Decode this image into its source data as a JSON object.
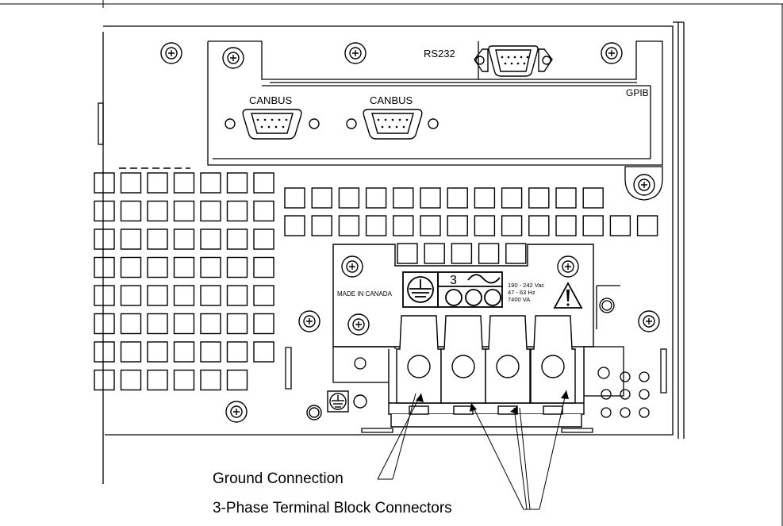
{
  "panel": {
    "rs232_label": "RS232",
    "gpib_label": "GPIB",
    "canbus_left_label": "CANBUS",
    "canbus_right_label": "CANBUS",
    "made_in_label": "MADE IN CANADA",
    "phase_count": "3",
    "rating": {
      "voltage": "190 - 242  Vac",
      "frequency": "47 - 63 Hz",
      "power": "7400  VA"
    }
  },
  "callouts": {
    "ground": "Ground Connection",
    "terminals": "3-Phase Terminal Block Connectors"
  }
}
